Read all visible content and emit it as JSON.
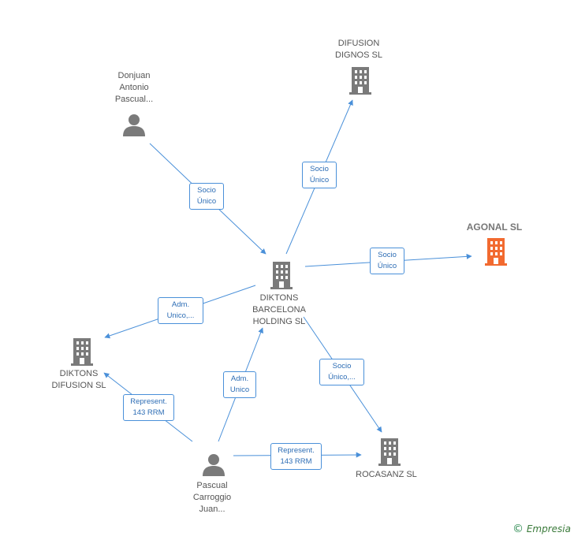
{
  "colors": {
    "edge": "#4a90d9",
    "company": "#7a7a7a",
    "person": "#7a7a7a",
    "highlight": "#f26a30"
  },
  "nodes": {
    "donjuan": {
      "label": "Donjuan\nAntonio\nPascual...",
      "type": "person"
    },
    "difusion_dignos": {
      "label": "DIFUSION\nDIGNOS SL",
      "type": "company"
    },
    "agonal": {
      "label": "AGONAL SL",
      "type": "company",
      "highlight": true
    },
    "diktons_bh": {
      "label": "DIKTONS\nBARCELONA\nHOLDING SL",
      "type": "company"
    },
    "diktons_dif": {
      "label": "DIKTONS\nDIFUSION SL",
      "type": "company"
    },
    "pascual": {
      "label": "Pascual\nCarroggio\nJuan...",
      "type": "person"
    },
    "rocasanz": {
      "label": "ROCASANZ SL",
      "type": "company"
    }
  },
  "edges": {
    "e1": "Socio\nÚnico",
    "e2": "Socio\nÚnico",
    "e3": "Socio\nÚnico",
    "e4": "Adm.\nUnico,...",
    "e5": "Socio\nÚnico,...",
    "e6": "Represent.\n143 RRM",
    "e7": "Adm.\nUnico",
    "e8": "Represent.\n143 RRM"
  },
  "footer": {
    "symbol": "©",
    "brand": "Empresia"
  }
}
